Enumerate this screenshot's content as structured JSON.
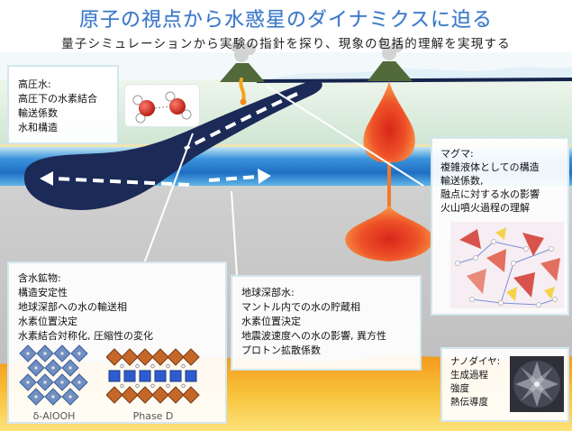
{
  "title": "原子の視点から水惑星のダイナミクスに迫る",
  "subtitle": "量子シミュレーションから実験の指針を探り、現象の包括的理解を実現する",
  "boxes": {
    "high_pressure_water": {
      "heading": "高圧水:",
      "lines": [
        "高圧下の水素結合",
        "輸送係数",
        "水和構造"
      ]
    },
    "magma": {
      "heading": "マグマ:",
      "lines": [
        "複雑液体としての構造",
        "輸送係数,",
        "融点に対する水の影響",
        "火山噴火過程の理解"
      ]
    },
    "hydrous_minerals": {
      "heading": "含水鉱物:",
      "lines": [
        "構造安定性",
        "地球深部への水の輸送相",
        "水素位置決定",
        "水素結合対称化, 圧縮性の変化"
      ],
      "structures": [
        "δ-AlOOH",
        "Phase D"
      ]
    },
    "deep_earth_water": {
      "heading": "地球深部水:",
      "lines": [
        "マントル内での水の貯蔵相",
        "水素位置決定",
        "地震波速度への水の影響, 異方性",
        "プロトン拡散係数"
      ]
    },
    "nanodiamond": {
      "heading": "ナノダイヤ:",
      "lines": [
        "生成過程",
        "強度",
        "熱伝導度"
      ]
    }
  },
  "icons": {
    "water": "water-molecule-model",
    "magma": "melt-structure-model",
    "alooh": "octahedral-lattice",
    "phase_d": "octahedral-lattice",
    "nanodiamond": "nanodiamond-image"
  },
  "colors": {
    "title": "#3a75c6",
    "slab": "#1b2a57",
    "ocean": "#1f6ec4",
    "mantle": "#c6c6c6",
    "core": "#f39a1c",
    "magma": "#d9261a",
    "alooh_fill": "#6f8fc4",
    "alooh_stroke": "#3e5f96",
    "phase_d_fill": "#c4682a",
    "phase_d_stroke": "#7a3a12",
    "phase_d_blue": "#2f5ccc",
    "phase_d_blue_stroke": "#1b3a8a"
  }
}
